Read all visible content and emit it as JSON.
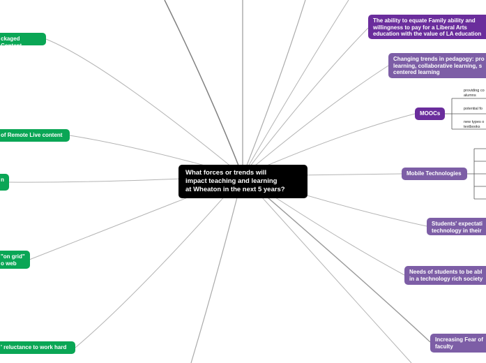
{
  "central": "What forces or trends will\nimpact teaching and learning\nat Wheaton in the next 5 years?",
  "left_nodes": [
    {
      "id": "packaged",
      "label": "ckaged Content"
    },
    {
      "id": "remote",
      "label": " of Remote Live content"
    },
    {
      "id": "small",
      "label": "n"
    },
    {
      "id": "ongrid",
      "label": "\"on grid\"\no web"
    },
    {
      "id": "reluctance",
      "label": "' reluctance to work hard"
    }
  ],
  "right_nodes": [
    {
      "id": "family",
      "label": "The ability to equate Family ability and\nwillingness to pay for a Liberal Arts\neducation with the value of LA education"
    },
    {
      "id": "pedagogy",
      "label": "Changing trends in pedagogy: pro\nlearning, collaborative learning, s\ncentered learning"
    },
    {
      "id": "moocs",
      "label": "MOOCs"
    },
    {
      "id": "mobile",
      "label": "Mobile Technologies"
    },
    {
      "id": "expect",
      "label": "Students' expectati\ntechnology in their"
    },
    {
      "id": "needs",
      "label": "Needs of students to be abl\nin a technology rich society"
    },
    {
      "id": "fear",
      "label": "Increasing Fear of\nfaculty"
    }
  ],
  "mooc_subs": [
    "providing co\nalumns",
    "potential fo",
    "new types o\ntextbooks"
  ],
  "colors": {
    "green": "#0aa655",
    "purple_dark": "#6a2d9c",
    "purple": "#7d5ea6",
    "central": "#000000",
    "line": "#b3b3b3",
    "line_dark": "#808080"
  }
}
